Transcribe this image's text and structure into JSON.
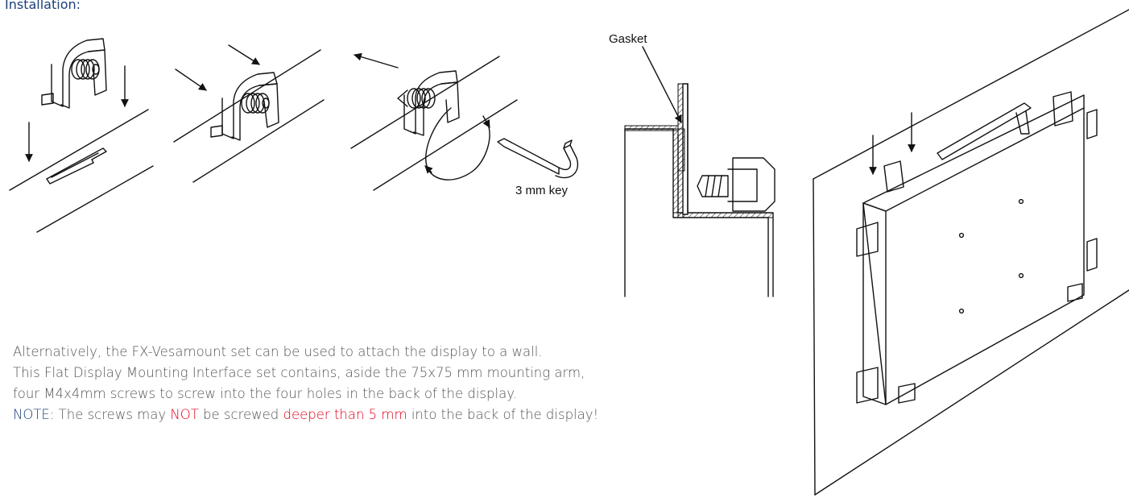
{
  "page": {
    "heading": "Installation:"
  },
  "figure": {
    "gasket_label": "Gasket",
    "key_label": "3 mm key"
  },
  "text": {
    "line1": "Alternatively, the FX-Vesamount set can be used to attach the display to a wall.",
    "line2": "This Flat Display Mounting Interface set contains, aside the 75x75 mm mounting arm,",
    "line3": "four M4x4mm screws to screw into the four holes in the back of the display.",
    "note_label": "NOTE:",
    "note_part1": " The screws may ",
    "note_not": "NOT",
    "note_part2": " be screwed ",
    "note_depth": "deeper than  5 mm",
    "note_part3": " into the back of the display!"
  },
  "colors": {
    "heading": "#1d3f7a",
    "note_label": "#1d3f7a",
    "warning": "#e3001b",
    "body": "#555555",
    "line_art": "#111111"
  }
}
